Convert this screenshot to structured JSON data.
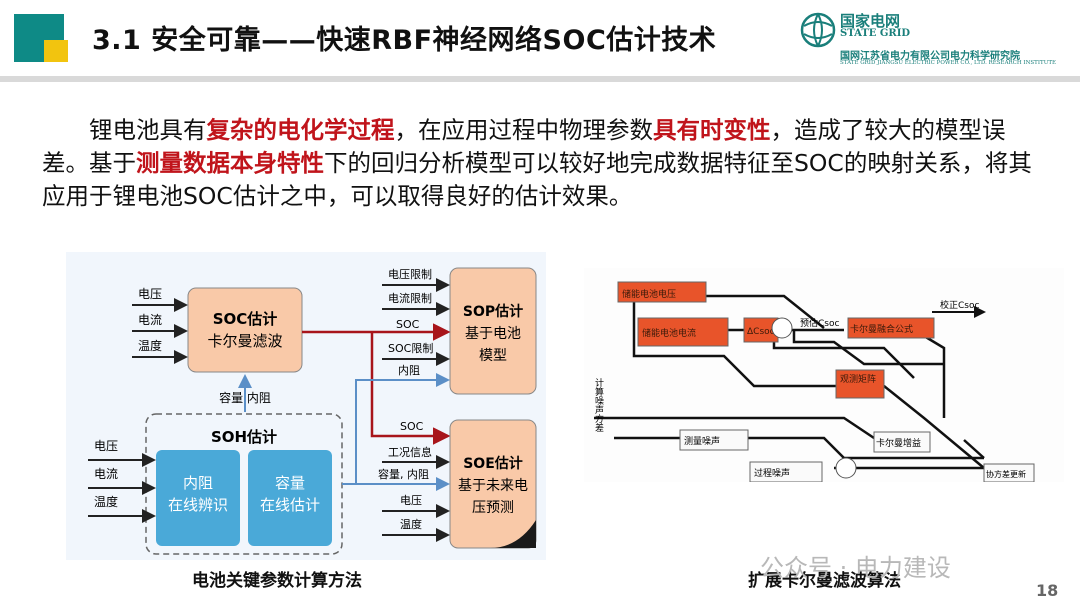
{
  "header": {
    "title": "3.1 安全可靠——快速RBF神经网络SOC估计技术",
    "logo_cn": "国家电网",
    "logo_en": "STATE GRID",
    "logo_org": "国网江苏省电力有限公司电力科学研究院",
    "logo_org_en": "STATE GRID JIANGSU ELECTRIC POWER CO., LTD. RESEARCH INSTITUTE"
  },
  "body": {
    "p1": "锂电池具有",
    "h1": "复杂的电化学过程",
    "p2": "，在应用过程中物理参数",
    "h2": "具有时变性",
    "p3": "，造成了较大的模型误差。基于",
    "h3": "测量数据本身特性",
    "p4": "下的回归分析模型可以较好地完成数据特征至SOC的映射关系，将其应用于锂电池SOC估计之中，可以取得良好的估计效果。"
  },
  "left_figure": {
    "caption": "电池关键参数计算方法",
    "soc_box": [
      "SOC估计",
      "卡尔曼滤波"
    ],
    "sop_box": [
      "SOP估计",
      "基于电池",
      "模型"
    ],
    "soe_box": [
      "SOE估计",
      "基于未来电",
      "压预测"
    ],
    "soh_title": "SOH估计",
    "soh_left": [
      "内阻",
      "在线辨识"
    ],
    "soh_right": [
      "容量",
      "在线估计"
    ],
    "soc_inputs": [
      "电压",
      "电流",
      "温度"
    ],
    "soh_inputs": [
      "电压",
      "电流",
      "温度"
    ],
    "soh_to_soc": "容量 内阻",
    "sop_inputs": [
      "电压限制",
      "电流限制",
      "SOC",
      "SOC限制",
      "内阻"
    ],
    "soe_inputs": [
      "SOC",
      "工况信息",
      "容量, 内阻",
      "电压",
      "温度"
    ]
  },
  "right_figure": {
    "caption": "扩展卡尔曼滤波算法",
    "blocks": [
      "储能电池电压",
      "储能电池电流",
      "ΔCsoc",
      "卡尔曼融合公式",
      "观测矩阵",
      "测量噪声",
      "卡尔曼增益",
      "过程噪声",
      "协方差更新"
    ],
    "labels": [
      "预估Csoc",
      "校正Csoc"
    ],
    "side_label": "计算噪声方差"
  },
  "watermark": "公众号 · 电力建设",
  "page_number": "18",
  "colors": {
    "teal": "#0e8a86",
    "yellow": "#f2c40f",
    "highlight": "#c0141b",
    "orange_box": "#f9c9a8",
    "blue_box": "#4aa9d8",
    "red_arrow": "#a8151b",
    "blue_arrow": "#5b8fc7"
  }
}
